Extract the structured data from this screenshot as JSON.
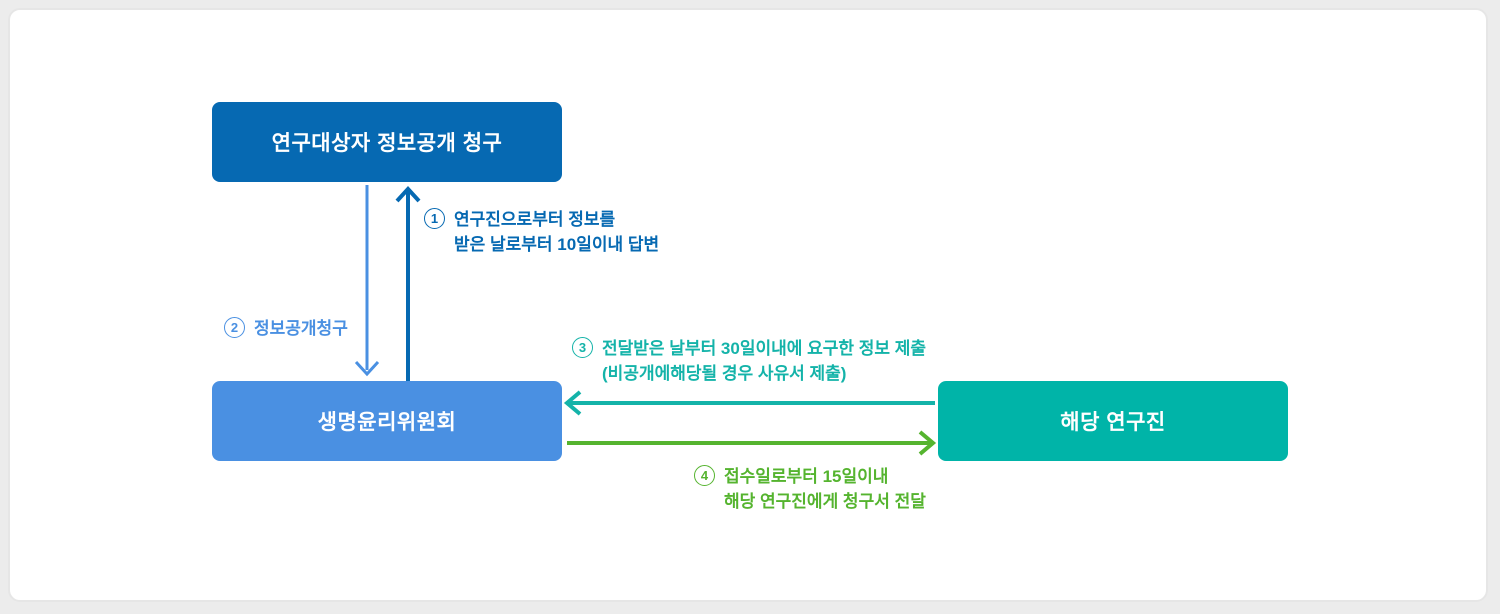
{
  "colors": {
    "dark_blue": "#0669b2",
    "light_blue": "#4a90e2",
    "teal": "#00b4a8",
    "teal_arrow": "#14b3a9",
    "green": "#55b42f",
    "background": "#ececec",
    "panel_border": "#e6e6e6"
  },
  "diagram": {
    "nodes": [
      {
        "id": "request",
        "label": "연구대상자 정보공개 청구"
      },
      {
        "id": "committee",
        "label": "생명윤리위원회"
      },
      {
        "id": "researchers",
        "label": "해당 연구진"
      }
    ],
    "steps": [
      {
        "number": "1",
        "lines": [
          "연구진으로부터 정보를",
          "받은 날로부터 10일이내 답변"
        ]
      },
      {
        "number": "2",
        "lines": [
          "정보공개청구"
        ]
      },
      {
        "number": "3",
        "lines": [
          "전달받은 날부터 30일이내에 요구한 정보 제출",
          "(비공개에해당될 경우 사유서 제출)"
        ]
      },
      {
        "number": "4",
        "lines": [
          "접수일로부터 15일이내",
          "해당 연구진에게 청구서 전달"
        ]
      }
    ]
  }
}
